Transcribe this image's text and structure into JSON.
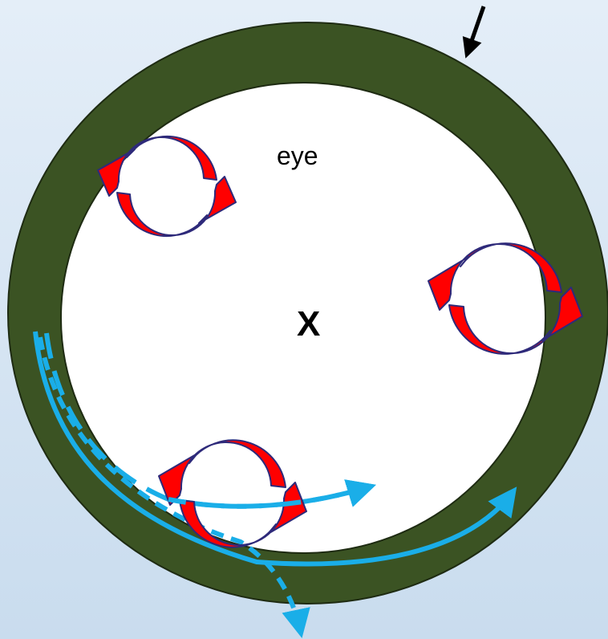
{
  "labels": {
    "eye": "eye",
    "center": "X"
  },
  "colors": {
    "background_top": "#e4eef8",
    "background_bottom": "#c9dcee",
    "wall": "#3b5323",
    "eye_fill": "#ffffff",
    "vortex_fill": "#ff0000",
    "vortex_outline": "#2e2a7a",
    "track": "#1aaee8",
    "pointer": "#000000"
  },
  "icons": {
    "vortex": "circular-arrows-icon",
    "pointer": "pointer-arrow-icon",
    "track_solid": "solid-track-arrow",
    "track_dashed": "dashed-track-arrow",
    "track_short_dashed": "short-dashed-track-arrow"
  }
}
